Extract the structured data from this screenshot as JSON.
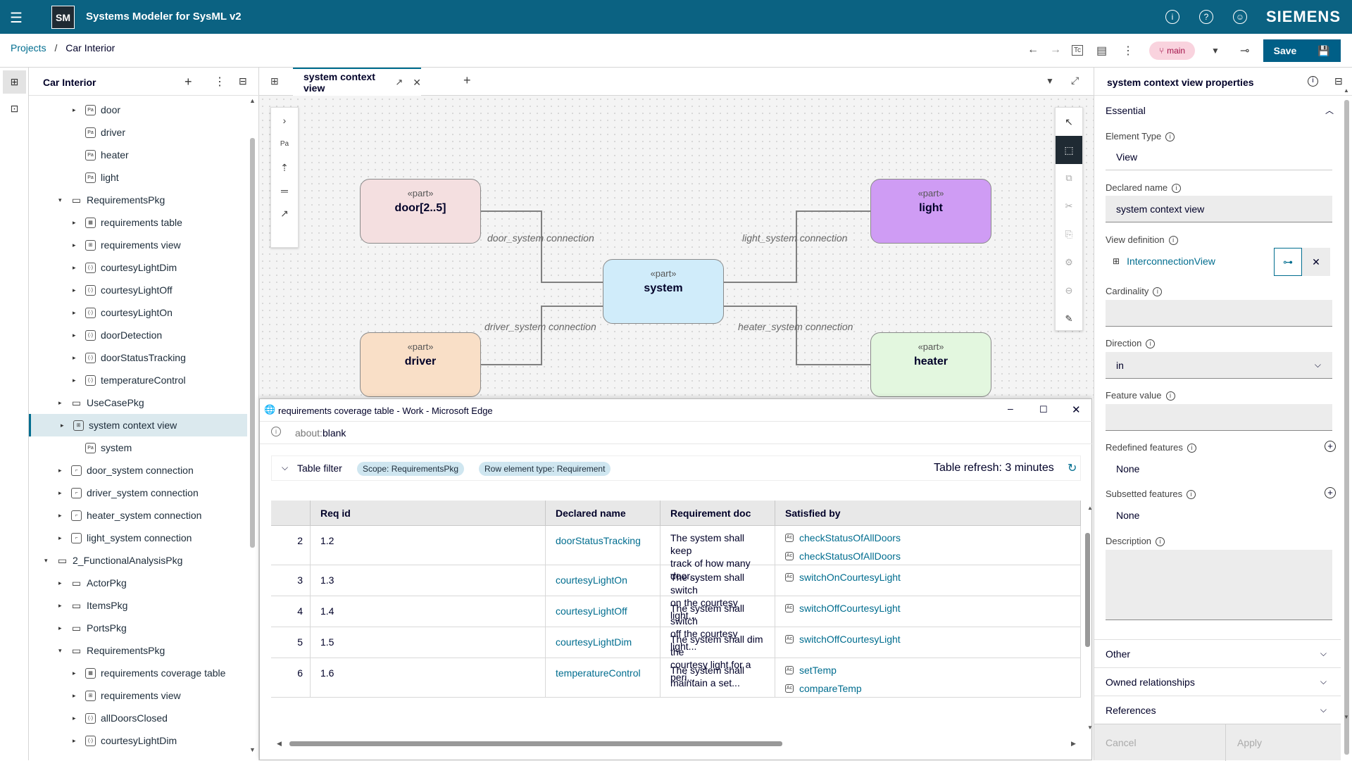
{
  "app": {
    "logo": "SM",
    "title": "Systems Modeler for SysML v2",
    "brand": "SIEMENS"
  },
  "breadcrumb": {
    "projects": "Projects",
    "separator": "/",
    "current": "Car Interior"
  },
  "toolbar": {
    "branch": "main",
    "save_label": "Save"
  },
  "explorer": {
    "title": "Car Interior",
    "items": [
      {
        "label": "door",
        "indent": 3,
        "toggle": "▸",
        "icon": "Pa"
      },
      {
        "label": "driver",
        "indent": 3,
        "toggle": "",
        "icon": "Pa"
      },
      {
        "label": "heater",
        "indent": 3,
        "toggle": "",
        "icon": "Pa"
      },
      {
        "label": "light",
        "indent": 3,
        "toggle": "",
        "icon": "Pa"
      },
      {
        "label": "RequirementsPkg",
        "indent": 2,
        "toggle": "▾",
        "icon": "folder"
      },
      {
        "label": "requirements table",
        "indent": 3,
        "toggle": "▸",
        "icon": "tbl"
      },
      {
        "label": "requirements view",
        "indent": 3,
        "toggle": "▸",
        "icon": "view"
      },
      {
        "label": "courtesyLightDim",
        "indent": 3,
        "toggle": "▸",
        "icon": "req"
      },
      {
        "label": "courtesyLightOff",
        "indent": 3,
        "toggle": "▸",
        "icon": "req"
      },
      {
        "label": "courtesyLightOn",
        "indent": 3,
        "toggle": "▸",
        "icon": "req"
      },
      {
        "label": "doorDetection",
        "indent": 3,
        "toggle": "▸",
        "icon": "req"
      },
      {
        "label": "doorStatusTracking",
        "indent": 3,
        "toggle": "▸",
        "icon": "req"
      },
      {
        "label": "temperatureControl",
        "indent": 3,
        "toggle": "▸",
        "icon": "req"
      },
      {
        "label": "UseCasePkg",
        "indent": 2,
        "toggle": "▸",
        "icon": "folder"
      },
      {
        "label": "system context view",
        "indent": 2,
        "toggle": "▸",
        "icon": "view",
        "selected": true
      },
      {
        "label": "system",
        "indent": 3,
        "toggle": "",
        "icon": "Pa"
      },
      {
        "label": "door_system connection",
        "indent": 2,
        "toggle": "▸",
        "icon": "conn"
      },
      {
        "label": "driver_system connection",
        "indent": 2,
        "toggle": "▸",
        "icon": "conn"
      },
      {
        "label": "heater_system connection",
        "indent": 2,
        "toggle": "▸",
        "icon": "conn"
      },
      {
        "label": "light_system connection",
        "indent": 2,
        "toggle": "▸",
        "icon": "conn"
      },
      {
        "label": "2_FunctionalAnalysisPkg",
        "indent": 1,
        "toggle": "▾",
        "icon": "folder"
      },
      {
        "label": "ActorPkg",
        "indent": 2,
        "toggle": "▸",
        "icon": "folder"
      },
      {
        "label": "ItemsPkg",
        "indent": 2,
        "toggle": "▸",
        "icon": "folder"
      },
      {
        "label": "PortsPkg",
        "indent": 2,
        "toggle": "▸",
        "icon": "folder"
      },
      {
        "label": "RequirementsPkg",
        "indent": 2,
        "toggle": "▾",
        "icon": "folder"
      },
      {
        "label": "requirements coverage table",
        "indent": 3,
        "toggle": "▸",
        "icon": "tbl"
      },
      {
        "label": "requirements view",
        "indent": 3,
        "toggle": "▸",
        "icon": "view"
      },
      {
        "label": "allDoorsClosed",
        "indent": 3,
        "toggle": "▸",
        "icon": "req"
      },
      {
        "label": "courtesyLightDim",
        "indent": 3,
        "toggle": "▸",
        "icon": "req"
      }
    ]
  },
  "editor": {
    "tab_label": "system context view"
  },
  "diagram": {
    "stereotype": "«part»",
    "parts": {
      "door": "door[2..5]",
      "light": "light",
      "system": "system",
      "driver": "driver",
      "heater": "heater"
    },
    "connections": {
      "door": "door_system connection",
      "light": "light_system connection",
      "driver": "driver_system connection",
      "heater": "heater_system connection"
    },
    "colors": {
      "door": "#f4dfe0",
      "light": "#cf9cf4",
      "system": "#d0ecfa",
      "driver": "#f9dfc7",
      "heater": "#e3f7df"
    }
  },
  "popup": {
    "title": "requirements coverage table - Work - Microsoft Edge",
    "address_prefix": "about:",
    "address_value": "blank",
    "filter_label": "Table filter",
    "chips": [
      "Scope: RequirementsPkg",
      "Row element type: Requirement"
    ],
    "refresh": "Table refresh: 3 minutes",
    "columns": [
      "Req id",
      "Declared name",
      "Requirement doc",
      "Satisfied by"
    ],
    "rows": [
      {
        "num": "2",
        "id": "1.2",
        "name": "doorStatusTracking",
        "doc1": "The system shall keep",
        "doc2": "track of how many door...",
        "sat": [
          "checkStatusOfAllDoors",
          "checkStatusOfAllDoors"
        ]
      },
      {
        "num": "3",
        "id": "1.3",
        "name": "courtesyLightOn",
        "doc1": "The system shall switch",
        "doc2": "on the courtesy light...",
        "sat": [
          "switchOnCourtesyLight"
        ]
      },
      {
        "num": "4",
        "id": "1.4",
        "name": "courtesyLightOff",
        "doc1": "The system shall switch",
        "doc2": "off the courtesy light...",
        "sat": [
          "switchOffCourtesyLight"
        ]
      },
      {
        "num": "5",
        "id": "1.5",
        "name": "courtesyLightDim",
        "doc1": "The system shall dim the",
        "doc2": "courtesy light for a peri...",
        "sat": [
          "switchOffCourtesyLight"
        ]
      },
      {
        "num": "6",
        "id": "1.6",
        "name": "temperatureControl",
        "doc1": "The system shall",
        "doc2": "maintain a set...",
        "sat": [
          "setTemp",
          "compareTemp"
        ]
      }
    ]
  },
  "properties": {
    "title": "system context view properties",
    "essential": "Essential",
    "element_type_label": "Element Type",
    "element_type_value": "View",
    "declared_name_label": "Declared name",
    "declared_name_value": "system context view",
    "view_def_label": "View definition",
    "view_def_value": "InterconnectionView",
    "cardinality_label": "Cardinality",
    "direction_label": "Direction",
    "direction_value": "in",
    "feature_value_label": "Feature value",
    "redefined_label": "Redefined features",
    "redefined_value": "None",
    "subsetted_label": "Subsetted features",
    "subsetted_value": "None",
    "description_label": "Description",
    "other": "Other",
    "owned": "Owned relationships",
    "references": "References",
    "cancel": "Cancel",
    "apply": "Apply"
  }
}
